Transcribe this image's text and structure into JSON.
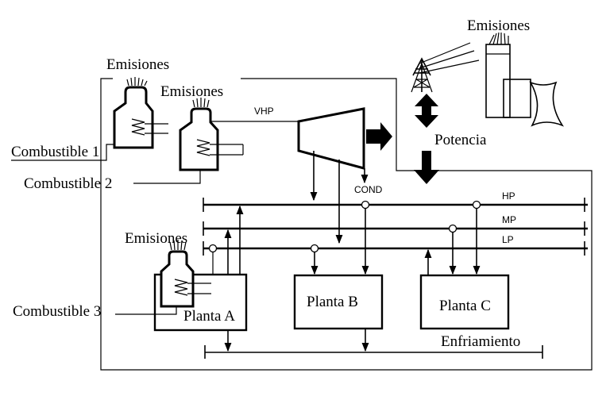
{
  "labels": {
    "emissions_boiler1": "Emisiones",
    "emissions_boiler2": "Emisiones",
    "emissions_boiler3": "Emisiones",
    "emissions_powerplant": "Emisiones",
    "fuel1": "Combustible 1",
    "fuel2": "Combustible 2",
    "fuel3": "Combustible 3",
    "vhp": "VHP",
    "cond": "COND",
    "potencia": "Potencia",
    "hp": "HP",
    "mp": "MP",
    "lp": "LP",
    "plant_a": "Planta A",
    "plant_b": "Planta B",
    "plant_c": "Planta C",
    "cooling": "Enfriamiento"
  },
  "icons": {
    "boiler": "boiler-icon",
    "turbine": "turbine-icon",
    "tower": "transmission-tower-icon",
    "powerplant": "power-plant-icon"
  }
}
